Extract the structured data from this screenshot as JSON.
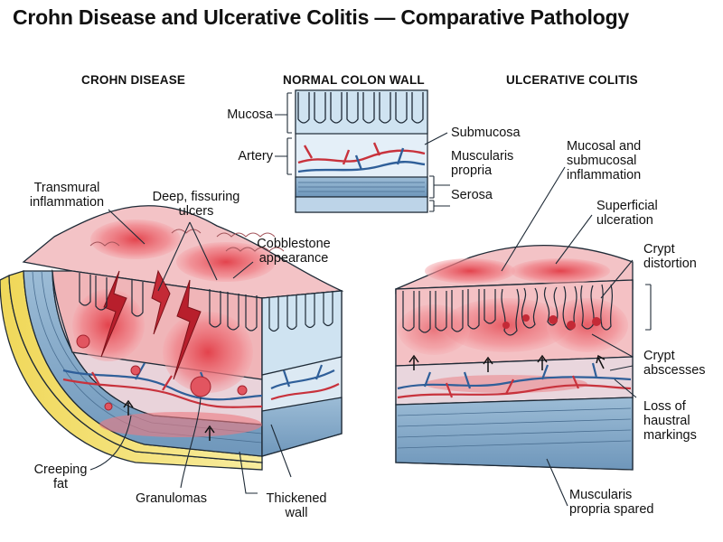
{
  "title": "Crohn Disease and Ulcerative Colitis — Comparative Pathology",
  "panels": {
    "crohn": {
      "heading": "CROHN DISEASE",
      "labels": {
        "transmural": "Transmural\ninflammation",
        "fissuring": "Deep, fissuring\nulcers",
        "cobblestone": "Cobblestone\nappearance",
        "creeping_fat": "Creeping\nfat",
        "granulomas": "Granulomas",
        "thickened_wall": "Thickened\nwall"
      }
    },
    "normal": {
      "heading": "NORMAL COLON WALL",
      "labels": {
        "mucosa": "Mucosa",
        "artery": "Artery",
        "submucosa": "Submucosa",
        "muscularis": "Muscularis\npropria",
        "serosa": "Serosa"
      }
    },
    "uc": {
      "heading": "ULCERATIVE COLITIS",
      "labels": {
        "mucosal_inflammation": "Mucosal and\nsubmucosal\ninflammation",
        "superficial": "Superficial\nulceration",
        "crypt_distortion": "Crypt\ndistortion",
        "crypt_abscesses": "Crypt\nabscesses",
        "haustral": "Loss of\nhaustral\nmarkings",
        "muscularis_spared": "Muscularis\npropria spared"
      }
    }
  },
  "colors": {
    "mucosa": "#cfe3f1",
    "submucosa": "#e4eff8",
    "muscle": "#8fb2cf",
    "inflamed": "#e8545a",
    "fat": "#f3e27a",
    "artery": "#c8323c",
    "vein": "#2f5f99",
    "outline": "#1e2a36"
  }
}
